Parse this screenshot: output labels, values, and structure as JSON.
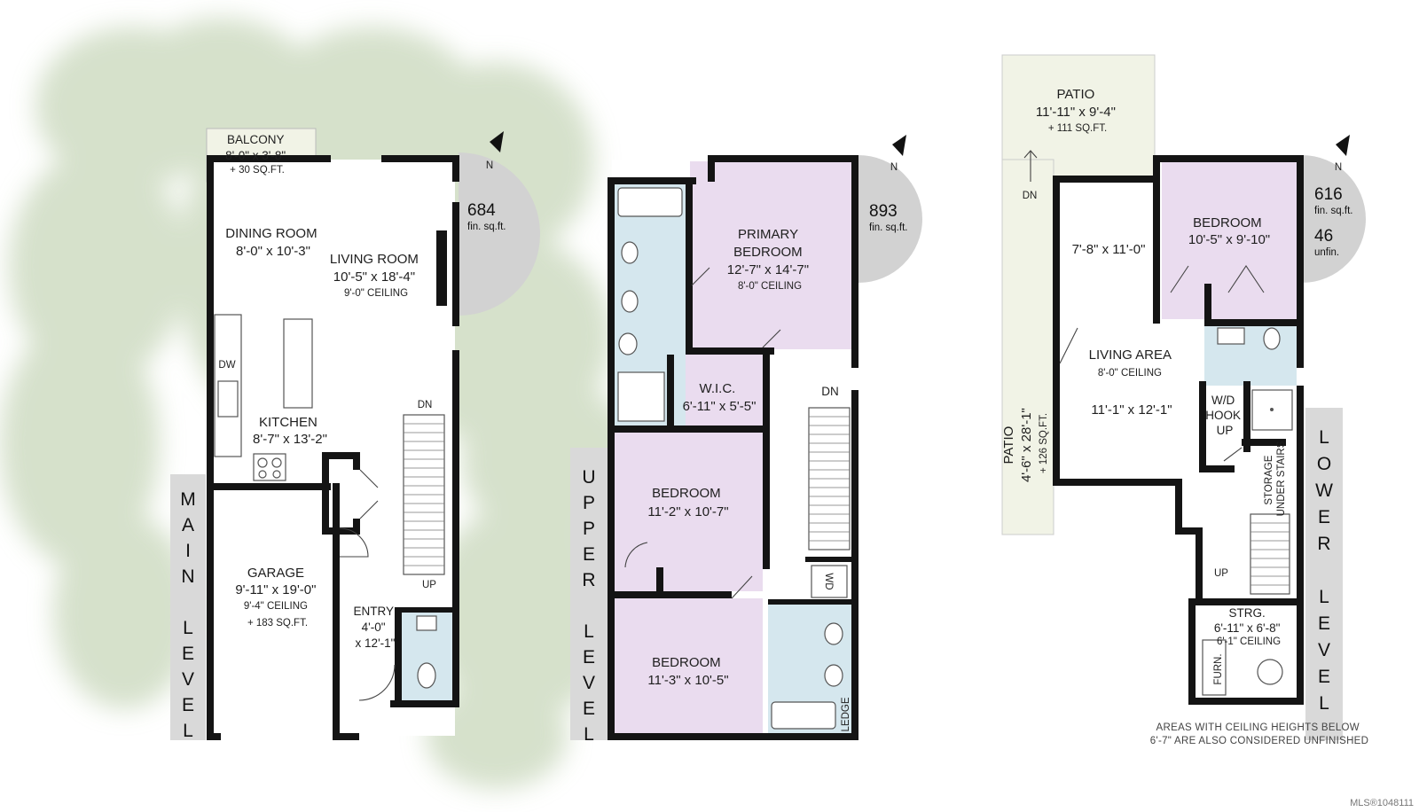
{
  "colors": {
    "watercolor": "#cfdcc3",
    "bedroom": "#eadcef",
    "bath": "#d5e7ee",
    "patio": "#f1f3e6",
    "compass": "#d2d2d2",
    "level_band": "#d9d9d9",
    "wall": "#141414"
  },
  "main_level": {
    "level_label": [
      "M",
      "A",
      "I",
      "N",
      "",
      "L",
      "E",
      "V",
      "E",
      "L"
    ],
    "sqft": "684",
    "sqft_unit": "fin. sq.ft.",
    "compass": "N",
    "rooms": {
      "balcony": [
        "BALCONY",
        "8'-0\" x 3'-8\"",
        "+ 30 SQ.FT."
      ],
      "dining": [
        "DINING ROOM",
        "8'-0\" x 10'-3\""
      ],
      "living": [
        "LIVING ROOM",
        "10'-5\" x 18'-4\"",
        "9'-0\" CEILING"
      ],
      "kitchen": [
        "KITCHEN",
        "8'-7\" x 13'-2\""
      ],
      "garage": [
        "GARAGE",
        "9'-11\" x 19'-0\"",
        "9'-4\" CEILING",
        "+ 183 SQ.FT."
      ],
      "entry": [
        "ENTRY",
        "4'-0\"",
        "x 12'-1\""
      ]
    },
    "labels": {
      "dw": "DW",
      "dn": "DN",
      "up": "UP"
    }
  },
  "upper_level": {
    "level_label": [
      "U",
      "P",
      "P",
      "E",
      "R",
      "",
      "L",
      "E",
      "V",
      "E",
      "L"
    ],
    "sqft": "893",
    "sqft_unit": "fin. sq.ft.",
    "compass": "N",
    "rooms": {
      "primary": [
        "PRIMARY",
        "BEDROOM",
        "12'-7\" x 14'-7\"",
        "8'-0\" CEILING"
      ],
      "wic": [
        "W.I.C.",
        "6'-11\" x 5'-5\""
      ],
      "bedroom2": [
        "BEDROOM",
        "11'-2\" x 10'-7\""
      ],
      "bedroom3": [
        "BEDROOM",
        "11'-3\" x 10'-5\""
      ]
    },
    "labels": {
      "dn": "DN",
      "wd": "WD",
      "ledge": "LEDGE"
    }
  },
  "lower_level": {
    "level_label": [
      "L",
      "O",
      "W",
      "E",
      "R",
      "",
      "L",
      "E",
      "V",
      "E",
      "L"
    ],
    "sqft": "616",
    "sqft_unit": "fin. sq.ft.",
    "unfin": "46",
    "unfin_unit": "unfin.",
    "compass": "N",
    "rooms": {
      "patio_top": [
        "PATIO",
        "11'-11\" x 9'-4\"",
        "+ 111 SQ.FT."
      ],
      "patio_side": [
        "PATIO",
        "4'-6\" x 28'-1\"",
        "+ 126 SQ.FT."
      ],
      "flex": [
        "7'-8\" x 11'-0\""
      ],
      "bedroom": [
        "BEDROOM",
        "10'-5\" x 9'-10\""
      ],
      "living": [
        "LIVING AREA",
        "8'-0\" CEILING",
        "11'-1\" x 12'-1\""
      ],
      "wd": [
        "W/D",
        "HOOK",
        "UP"
      ],
      "storage": [
        "STORAGE",
        "UNDER STAIRS"
      ],
      "strg": [
        "STRG.",
        "6'-11\" x 6'-8\"",
        "6'-1\" CEILING"
      ],
      "furn": "FURN."
    },
    "labels": {
      "dn": "DN",
      "up": "UP"
    },
    "footnote": [
      "AREAS WITH CEILING HEIGHTS BELOW",
      "6'-7\" ARE ALSO CONSIDERED UNFINISHED"
    ]
  },
  "mls": "MLS®1048111"
}
